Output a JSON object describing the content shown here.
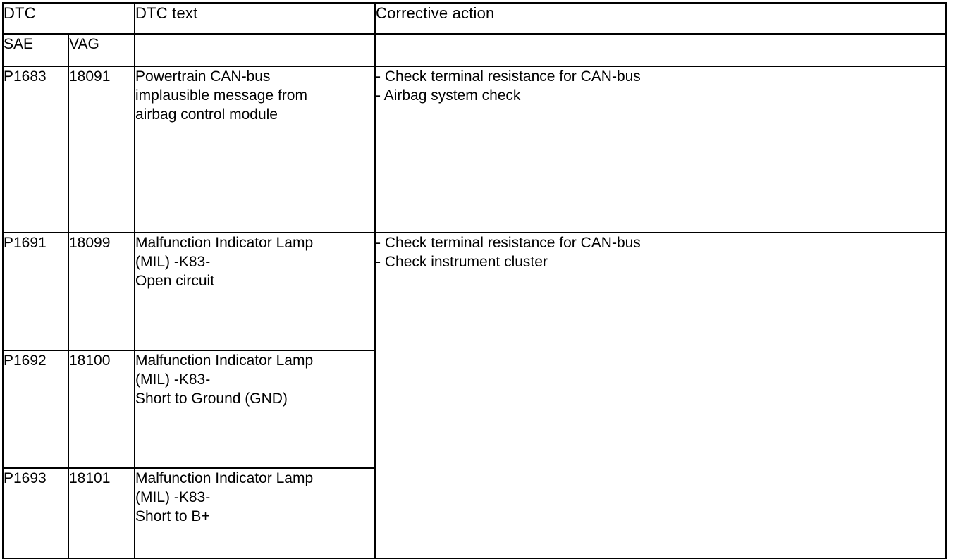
{
  "table": {
    "headers": {
      "group_dtc": "DTC",
      "sae": "SAE",
      "vag": "VAG",
      "dtc_text": "DTC text",
      "corrective_action": "Corrective action",
      "blank": ""
    },
    "rows": [
      {
        "sae": "P1683",
        "vag": "18091",
        "dtc_text_lines": [
          "Powertrain CAN-bus",
          "implausible message from",
          "airbag control module"
        ],
        "actions": [
          "- Check terminal resistance for CAN-bus",
          "- Airbag system check"
        ]
      },
      {
        "sae": "P1691",
        "vag": "18099",
        "dtc_text_lines": [
          "Malfunction Indicator Lamp",
          "(MIL) -K83-",
          "Open circuit"
        ],
        "actions": [
          "- Check terminal resistance for CAN-bus",
          "- Check instrument cluster"
        ]
      },
      {
        "sae": "P1692",
        "vag": "18100",
        "dtc_text_lines": [
          "Malfunction Indicator Lamp",
          "(MIL) -K83-",
          "Short to Ground (GND)"
        ]
      },
      {
        "sae": "P1693",
        "vag": "18101",
        "dtc_text_lines": [
          "Malfunction Indicator Lamp",
          "(MIL) -K83-",
          "Short to B+"
        ]
      }
    ]
  },
  "colors": {
    "border": "#000000",
    "text": "#000000",
    "background": "#ffffff"
  }
}
